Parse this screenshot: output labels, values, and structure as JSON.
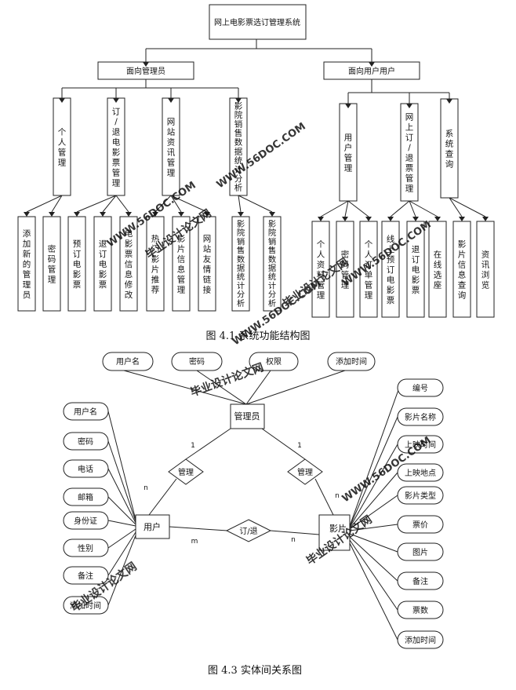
{
  "structure": {
    "root": "网上电影票选订管理系统",
    "admin": "面向管理员",
    "user": "面向用户用户",
    "admin_modules": [
      "个人管理",
      "订/退电影票管理",
      "网站资讯管理",
      "影院销售数据统计分析"
    ],
    "user_modules": [
      "用户管理",
      "网上订/退票管理",
      "系统查询"
    ],
    "leaves": [
      "添加新的管理员",
      "密码管理",
      "预订电影票",
      "退订电影票",
      "电影票信息修改",
      "热门影片推荐",
      "影片信息管理",
      "网站友情链接",
      "影院销售数据统计分析",
      "影院销售数据统计分析",
      "个人资料管理",
      "密码管理",
      "个人订单管理",
      "线上预订电影票",
      "退订电影票",
      "在线选座",
      "影片信息查询",
      "资讯浏览"
    ]
  },
  "er": {
    "admin_entity": "管理员",
    "user_entity": "用户",
    "film_entity": "影片",
    "rel_manage": "管理",
    "rel_order": "订/退",
    "admin_attrs": [
      "用户名",
      "密码",
      "权限",
      "添加时间"
    ],
    "user_attrs": [
      "用户名",
      "密码",
      "电话",
      "邮箱",
      "身份证",
      "性别",
      "备注",
      "添加时间"
    ],
    "film_attrs": [
      "编号",
      "影片名称",
      "上映时间",
      "上映地点",
      "影片类型",
      "票价",
      "图片",
      "备注",
      "票数",
      "添加时间"
    ],
    "cardinality": {
      "one": "1",
      "n": "n",
      "m": "m"
    }
  },
  "captions": {
    "fig1": "图 4.1  系统功能结构图",
    "fig2": "图 4.3  实体间关系图"
  },
  "watermark": {
    "line1": "毕业设计论文网",
    "line2": "WWW.56DOC.COM"
  }
}
